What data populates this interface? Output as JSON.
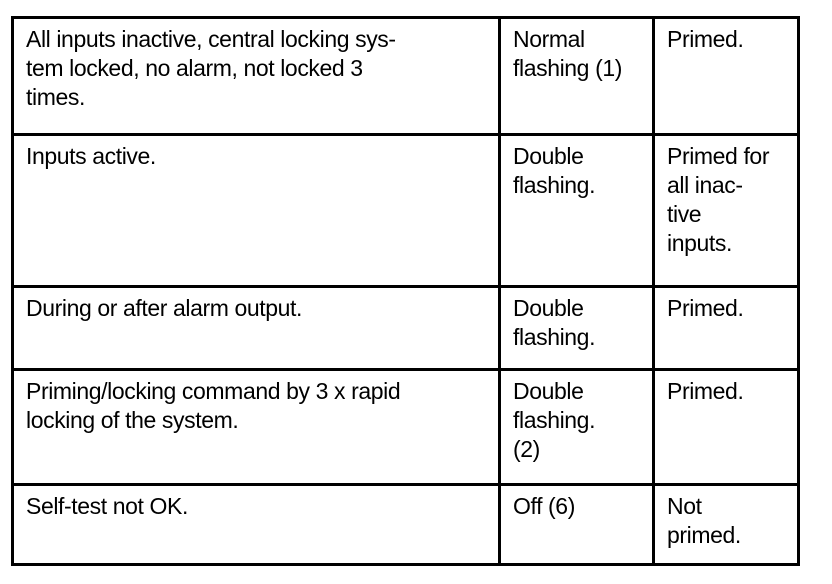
{
  "table": {
    "description": "Alarm system status table",
    "colors": {
      "border": "#000000",
      "text": "#000000",
      "background": "#ffffff"
    },
    "rows": [
      {
        "condition": "All inputs inactive, central locking sys-\ntem locked, no alarm, not locked 3\ntimes.",
        "led_signal": "Normal\nflashing (1)",
        "status": "Primed."
      },
      {
        "condition": "Inputs active.",
        "led_signal": "Double\nflashing.",
        "status": "Primed for\nall inac-\ntive\ninputs."
      },
      {
        "condition": "During or after alarm output.",
        "led_signal": "Double\nflashing.",
        "status": "Primed."
      },
      {
        "condition": "Priming/locking command by 3 x rapid\nlocking of the system.",
        "led_signal": "Double\nflashing.\n(2)",
        "status": "Primed."
      },
      {
        "condition": "Self-test not OK.",
        "led_signal": "Off (6)",
        "status": "Not\nprimed."
      }
    ]
  }
}
